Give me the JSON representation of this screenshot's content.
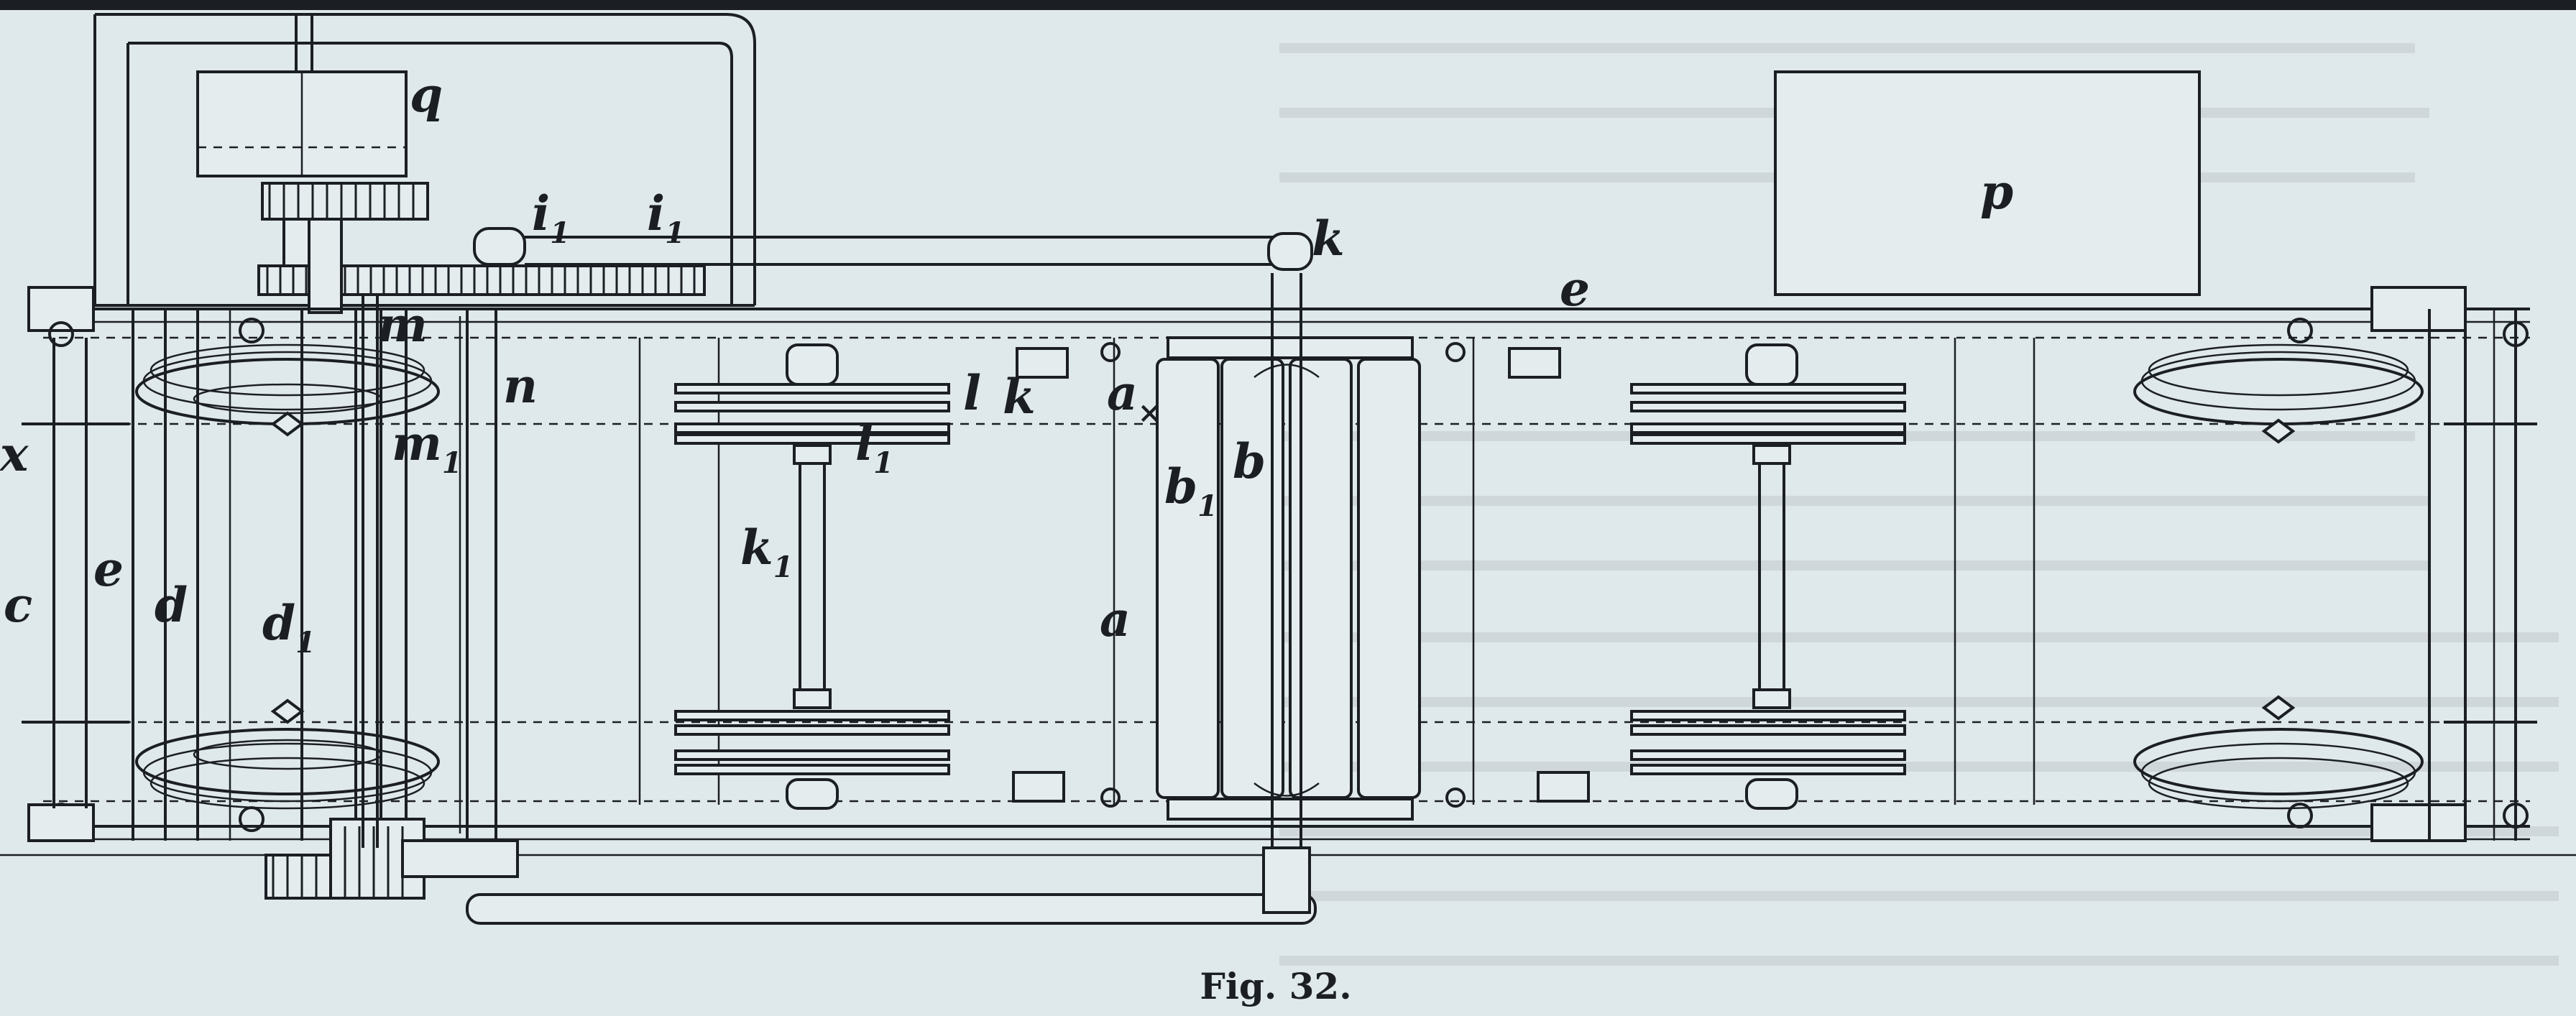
{
  "figure": {
    "caption": "Fig. 32."
  },
  "labels": {
    "q": "q",
    "p": "p",
    "i1a": "i",
    "i1a_sub": "1",
    "i1b": "i",
    "i1b_sub": "1",
    "k_top": "k",
    "e_top": "e",
    "m": "m",
    "m1": "m",
    "m1_sub": "1",
    "n": "n",
    "x": "x",
    "e_left": "e",
    "c": "c",
    "d": "d",
    "d1": "d",
    "d1_sub": "1",
    "l": "l",
    "k_mid": "k",
    "a_x": "a",
    "a_x_sub": "×",
    "l1": "l",
    "l1_sub": "1",
    "k1": "k",
    "k1_sub": "1",
    "b1": "b",
    "b1_sub": "1",
    "b": "b",
    "a": "a"
  }
}
